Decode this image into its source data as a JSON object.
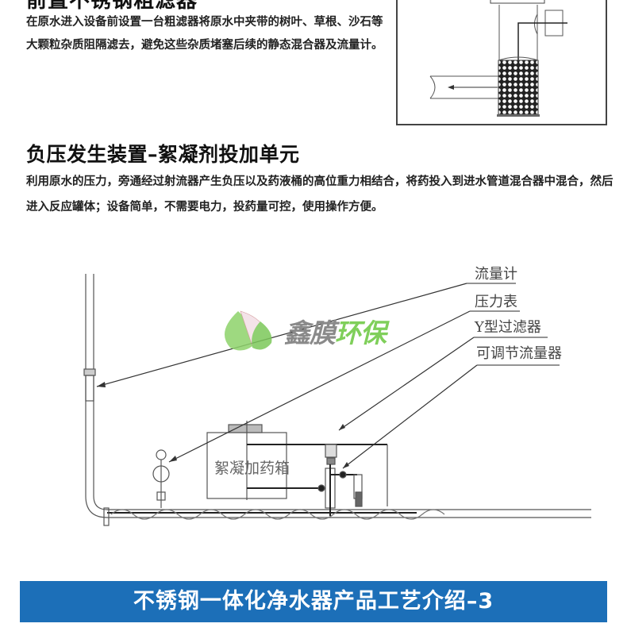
{
  "section1": {
    "title": "前置不锈钢粗滤器",
    "description": "在原水进入设备前设置一台粗滤器将原水中夹带的树叶、草根、沙石等大颗粒杂质阻隔滤去，避免这些杂质堵塞后续的静态混合器及流量计。"
  },
  "section2": {
    "title": "负压发生装置–絮凝剂投加单元",
    "description": "利用原水的压力，旁通经过射流器产生负压以及药液桶的高位重力相结合，将药投入到进水管道混合器中混合，然后进入反应罐体；设备简单，不需要电力，投药量可控，使用操作方便。"
  },
  "diagram": {
    "labels": {
      "flow_meter": "流量计",
      "pressure_gauge": "压力表",
      "y_filter": "Y型过滤器",
      "adjustable_flow": "可调节流量器",
      "dosing_tank": "絮凝加药箱"
    }
  },
  "watermark": {
    "brand_a": "鑫膜",
    "brand_b": "环保"
  },
  "banner": {
    "title": "不锈钢一体化净水器产品工艺介绍–3",
    "color": "#1c6fb8"
  }
}
